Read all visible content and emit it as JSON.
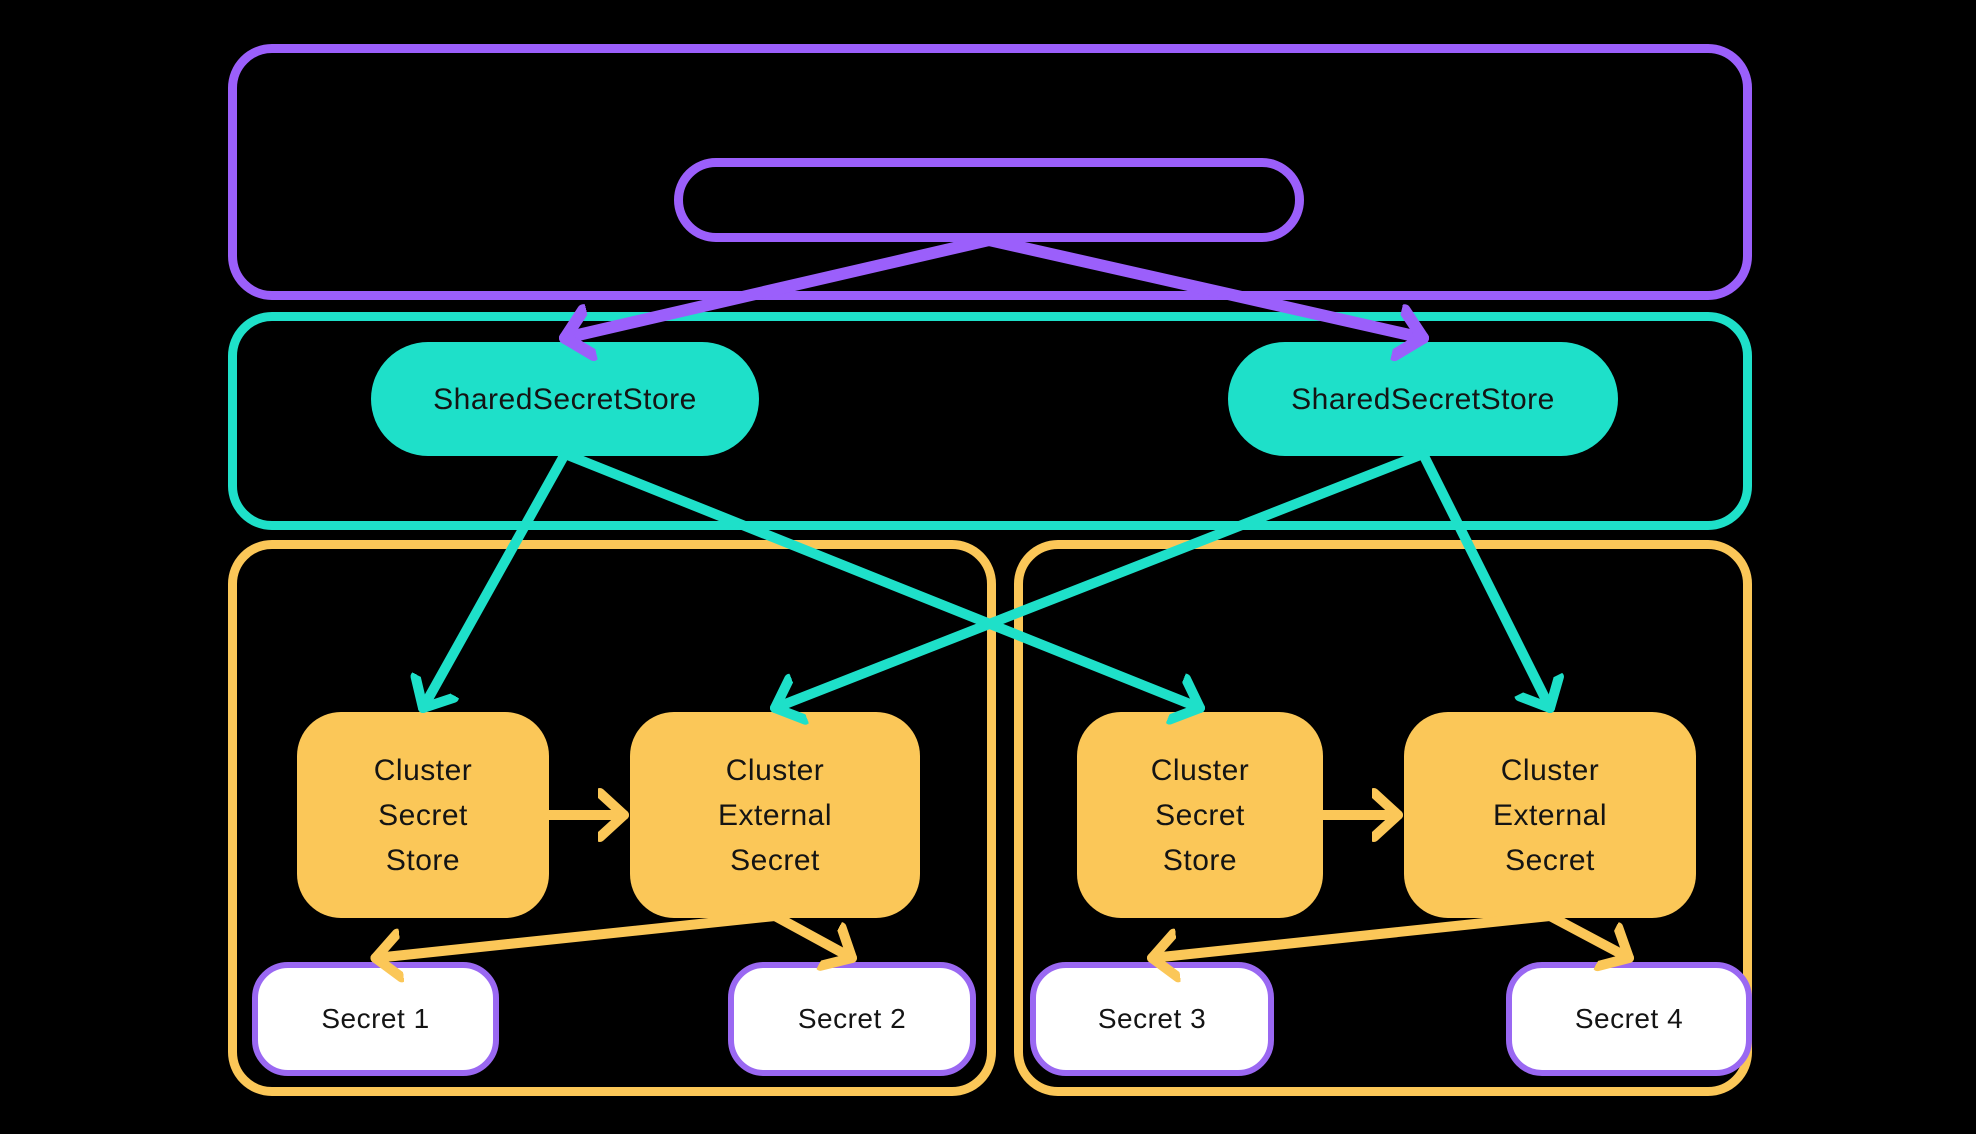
{
  "diagram_title": "",
  "colors": {
    "purple": "#9b5ffb",
    "teal": "#1ee0c9",
    "orange": "#fbc758",
    "secret_border": "#9a68f2",
    "secret_bg": "#ffffff",
    "ink": "#141414",
    "background": "#000000"
  },
  "operator_group": {
    "label": "",
    "controller_pill_label": ""
  },
  "shared_secret_stores": [
    {
      "label": "SharedSecretStore"
    },
    {
      "label": "SharedSecretStore"
    }
  ],
  "clusters": [
    {
      "store": {
        "label": "Cluster\nSecret\nStore"
      },
      "external": {
        "label": "Cluster\nExternal\nSecret"
      },
      "secrets": [
        {
          "label": "Secret 1"
        },
        {
          "label": "Secret 2"
        }
      ]
    },
    {
      "store": {
        "label": "Cluster\nSecret\nStore"
      },
      "external": {
        "label": "Cluster\nExternal\nSecret"
      },
      "secrets": [
        {
          "label": "Secret 3"
        },
        {
          "label": "Secret 4"
        }
      ]
    }
  ],
  "edges": [
    {
      "from": "controller-pill",
      "to": "shared-store-1",
      "color": "purple"
    },
    {
      "from": "controller-pill",
      "to": "shared-store-2",
      "color": "purple"
    },
    {
      "from": "shared-store-1",
      "to": "cluster-1-store",
      "color": "teal"
    },
    {
      "from": "shared-store-1",
      "to": "cluster-2-store",
      "color": "teal"
    },
    {
      "from": "shared-store-2",
      "to": "cluster-1-external",
      "color": "teal"
    },
    {
      "from": "shared-store-2",
      "to": "cluster-2-external",
      "color": "teal"
    },
    {
      "from": "cluster-1-store",
      "to": "cluster-1-external",
      "color": "orange",
      "axis": "h"
    },
    {
      "from": "cluster-2-store",
      "to": "cluster-2-external",
      "color": "orange",
      "axis": "h"
    },
    {
      "from": "cluster-1-external",
      "to": "secret-1",
      "color": "orange"
    },
    {
      "from": "cluster-1-external",
      "to": "secret-2",
      "color": "orange"
    },
    {
      "from": "cluster-2-external",
      "to": "secret-3",
      "color": "orange"
    },
    {
      "from": "cluster-2-external",
      "to": "secret-4",
      "color": "orange"
    }
  ]
}
